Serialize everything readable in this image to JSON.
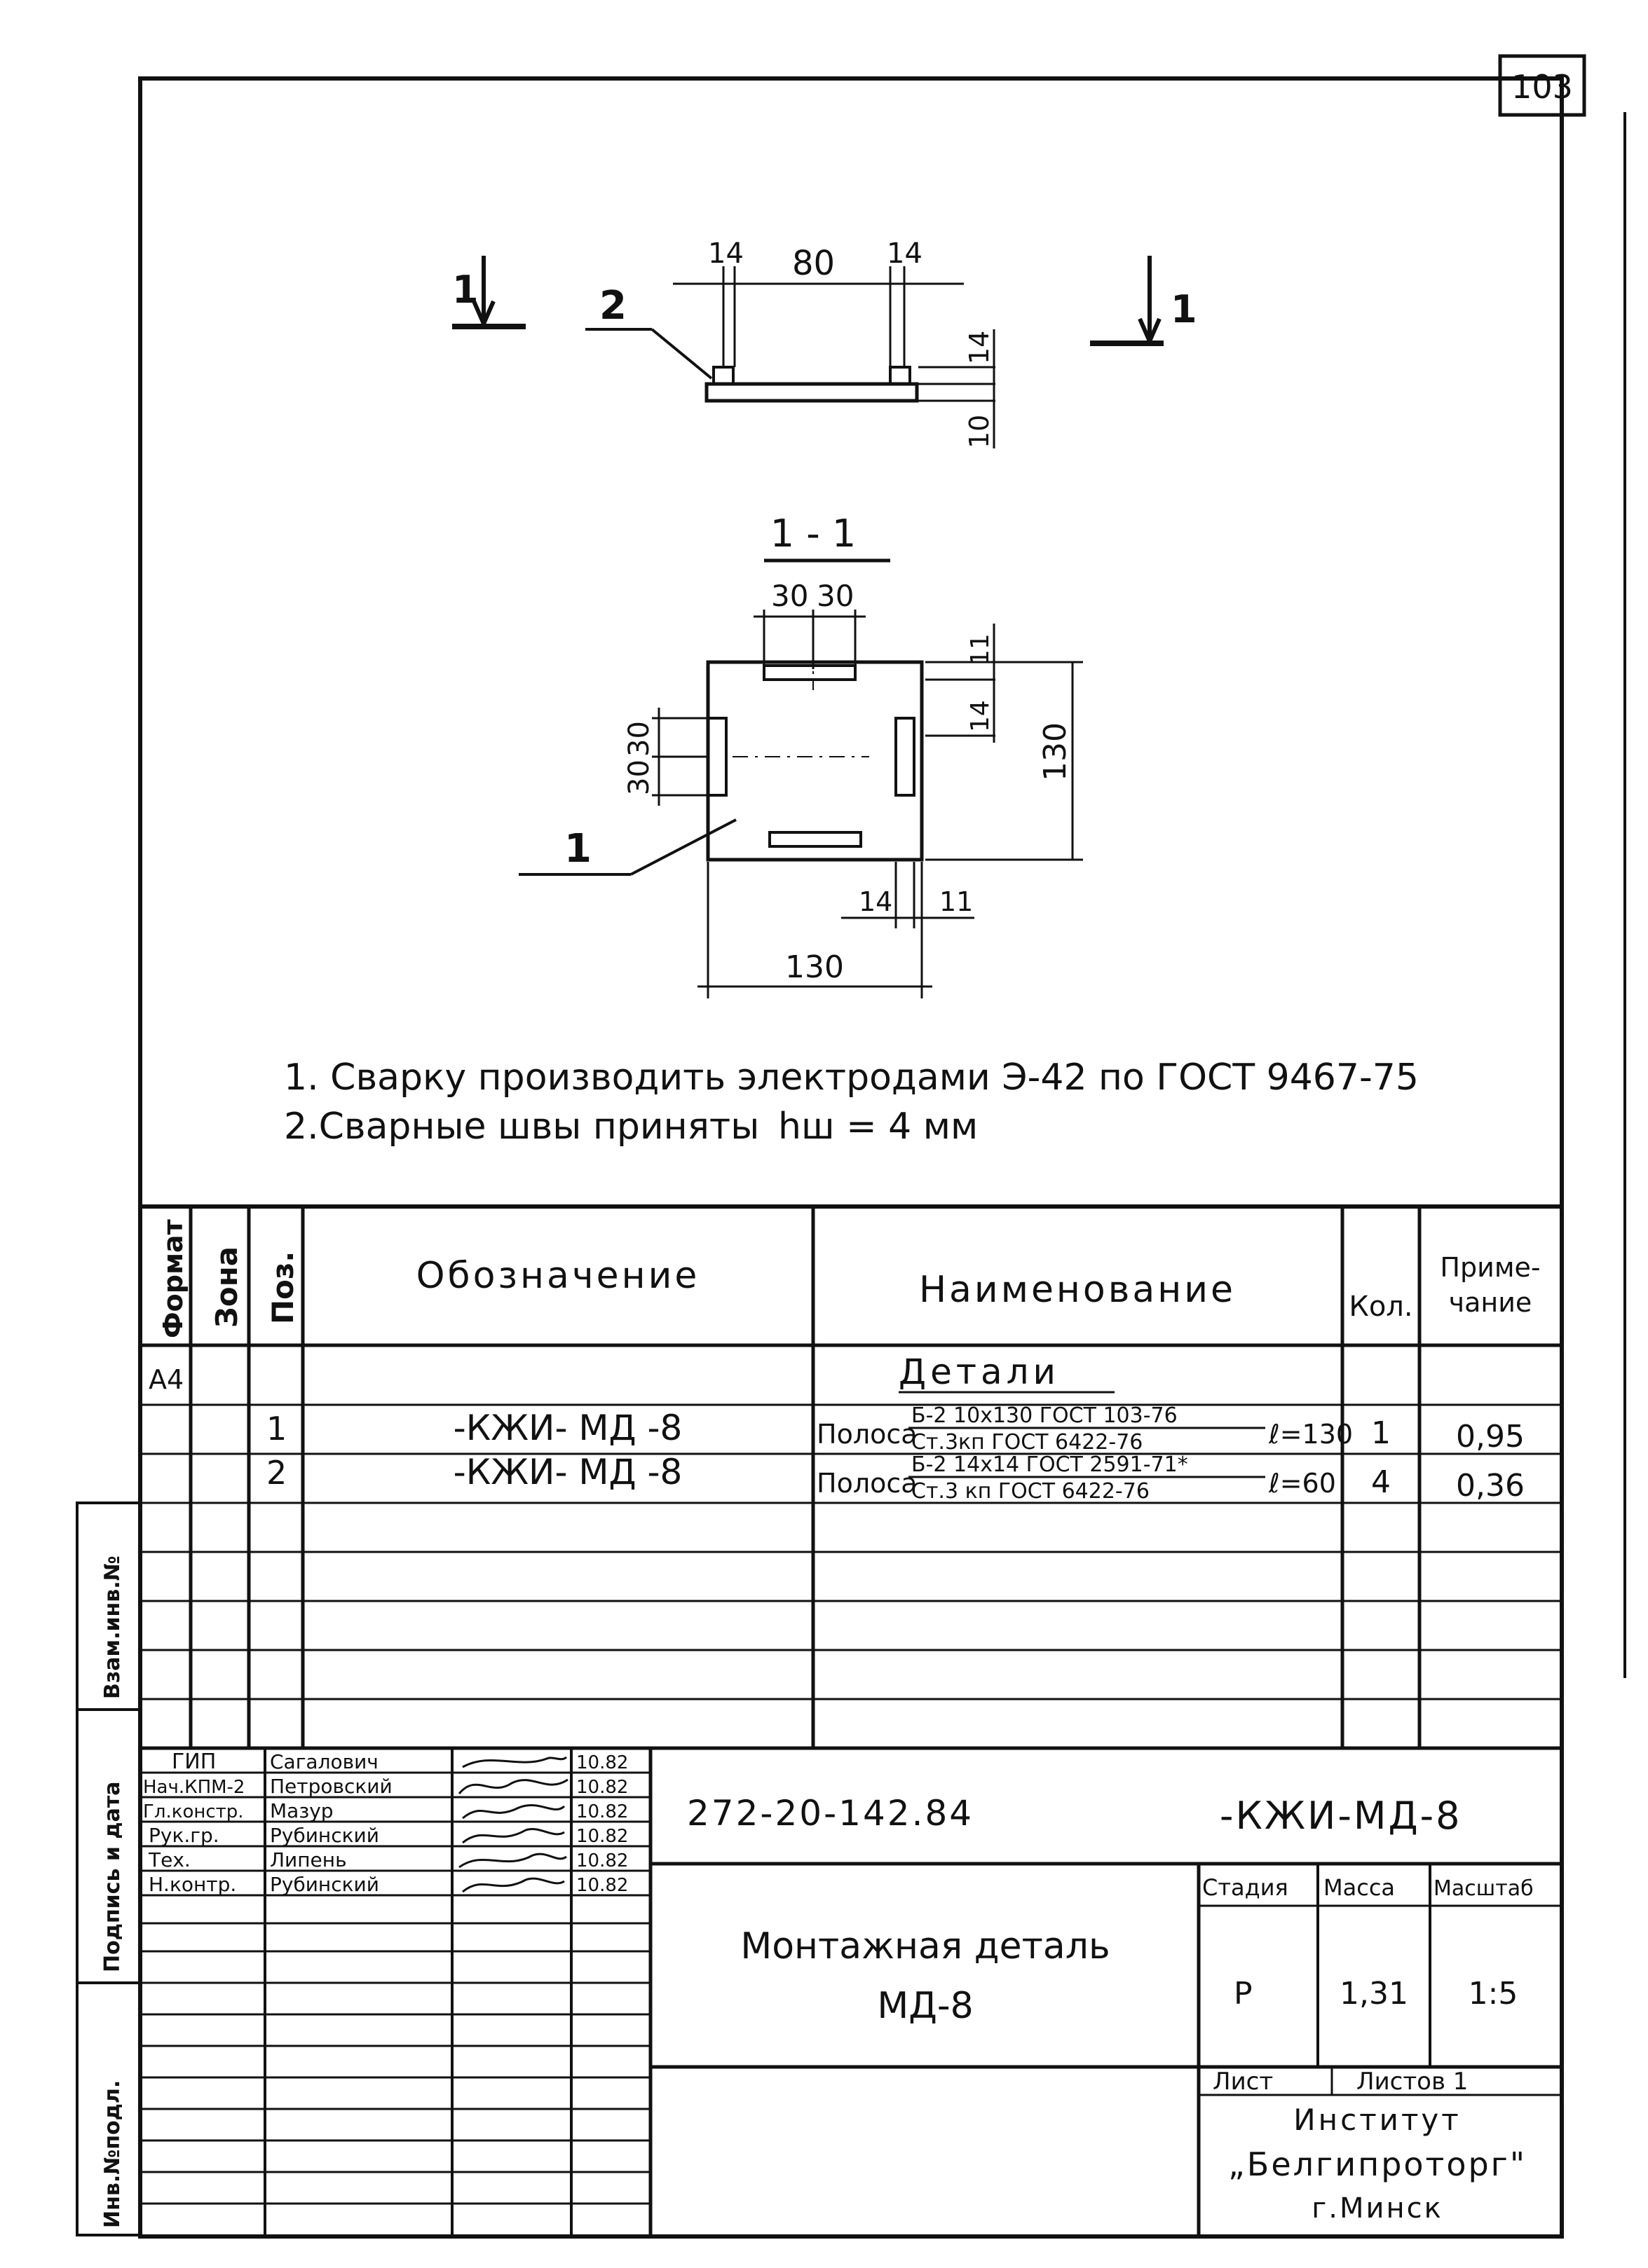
{
  "sheet_number": "103",
  "drawing": {
    "section_marker_left": "1",
    "section_marker_right": "1",
    "plan_callout": "2",
    "plan_dims": {
      "left_rib": "14",
      "span": "80",
      "right_rib": "14",
      "rib_height": "14",
      "plate_thickness": "10"
    },
    "section_title": "1 - 1",
    "section_dims": {
      "top_a": "30",
      "top_b": "30",
      "right_small": "11",
      "right_rib": "14",
      "height": "130",
      "left_a": "30",
      "left_b": "30",
      "bottom_rib": "14",
      "bottom_small": "11",
      "width": "130"
    },
    "section_callout": "1"
  },
  "notes": [
    "1. Сварку производить электродами Э-42 по ГОСТ 9467-75",
    "2.Сварные швы приняты",
    "hш = 4 мм"
  ],
  "spec_table": {
    "headers": {
      "format": "Формат",
      "zone": "Зона",
      "pos": "Поз.",
      "designation": "Обозначение",
      "name": "Наименование",
      "qty": "Кол.",
      "note_1": "Приме-",
      "note_2": "чание"
    },
    "format_value": "А4",
    "section_heading": "Детали",
    "rows": [
      {
        "pos": "1",
        "designation": "-КЖИ- МД -8",
        "name_prefix": "Полоса",
        "name_top": "Б-2 10х130 ГОСТ 103-76",
        "name_bottom": "Ст.3кп ГОСТ 6422-76",
        "length": "ℓ=130",
        "qty": "1",
        "note": "0,95"
      },
      {
        "pos": "2",
        "designation": "-КЖИ- МД -8",
        "name_prefix": "Полоса",
        "name_top": "Б-2 14х14 ГОСТ 2591-71*",
        "name_bottom": "Ст.3 кп ГОСТ 6422-76",
        "length": "ℓ=60",
        "qty": "4",
        "note": "0,36"
      }
    ]
  },
  "side_labels": [
    "Инв.№подл.",
    "Подпись и дата",
    "Взам.инв.№"
  ],
  "title_block": {
    "roles": [
      "ГИП",
      "Нач.КПМ-2",
      "Гл.констр.",
      "Рук.гр.",
      "Тех.",
      "Н.контр."
    ],
    "names": [
      "Сагалович",
      "Петровский",
      "Мазур",
      "Рубинский",
      "Липень",
      "Рубинский"
    ],
    "dates": [
      "10.82",
      "10.82",
      "10.82",
      "10.82",
      "10.82",
      "10.82"
    ],
    "project_code": "272-20-142.84",
    "doc_code": "-КЖИ-МД-8",
    "title_line1": "Монтажная деталь",
    "title_line2": "МД-8",
    "stage_label": "Стадия",
    "mass_label": "Масса",
    "scale_label": "Масштаб",
    "stage": "Р",
    "mass": "1,31",
    "scale": "1:5",
    "sheet_label": "Лист",
    "sheets_label": "Листов 1",
    "org_line1": "Институт",
    "org_line2": "„Белгипроторг\"",
    "org_line3": "г.Минск"
  }
}
